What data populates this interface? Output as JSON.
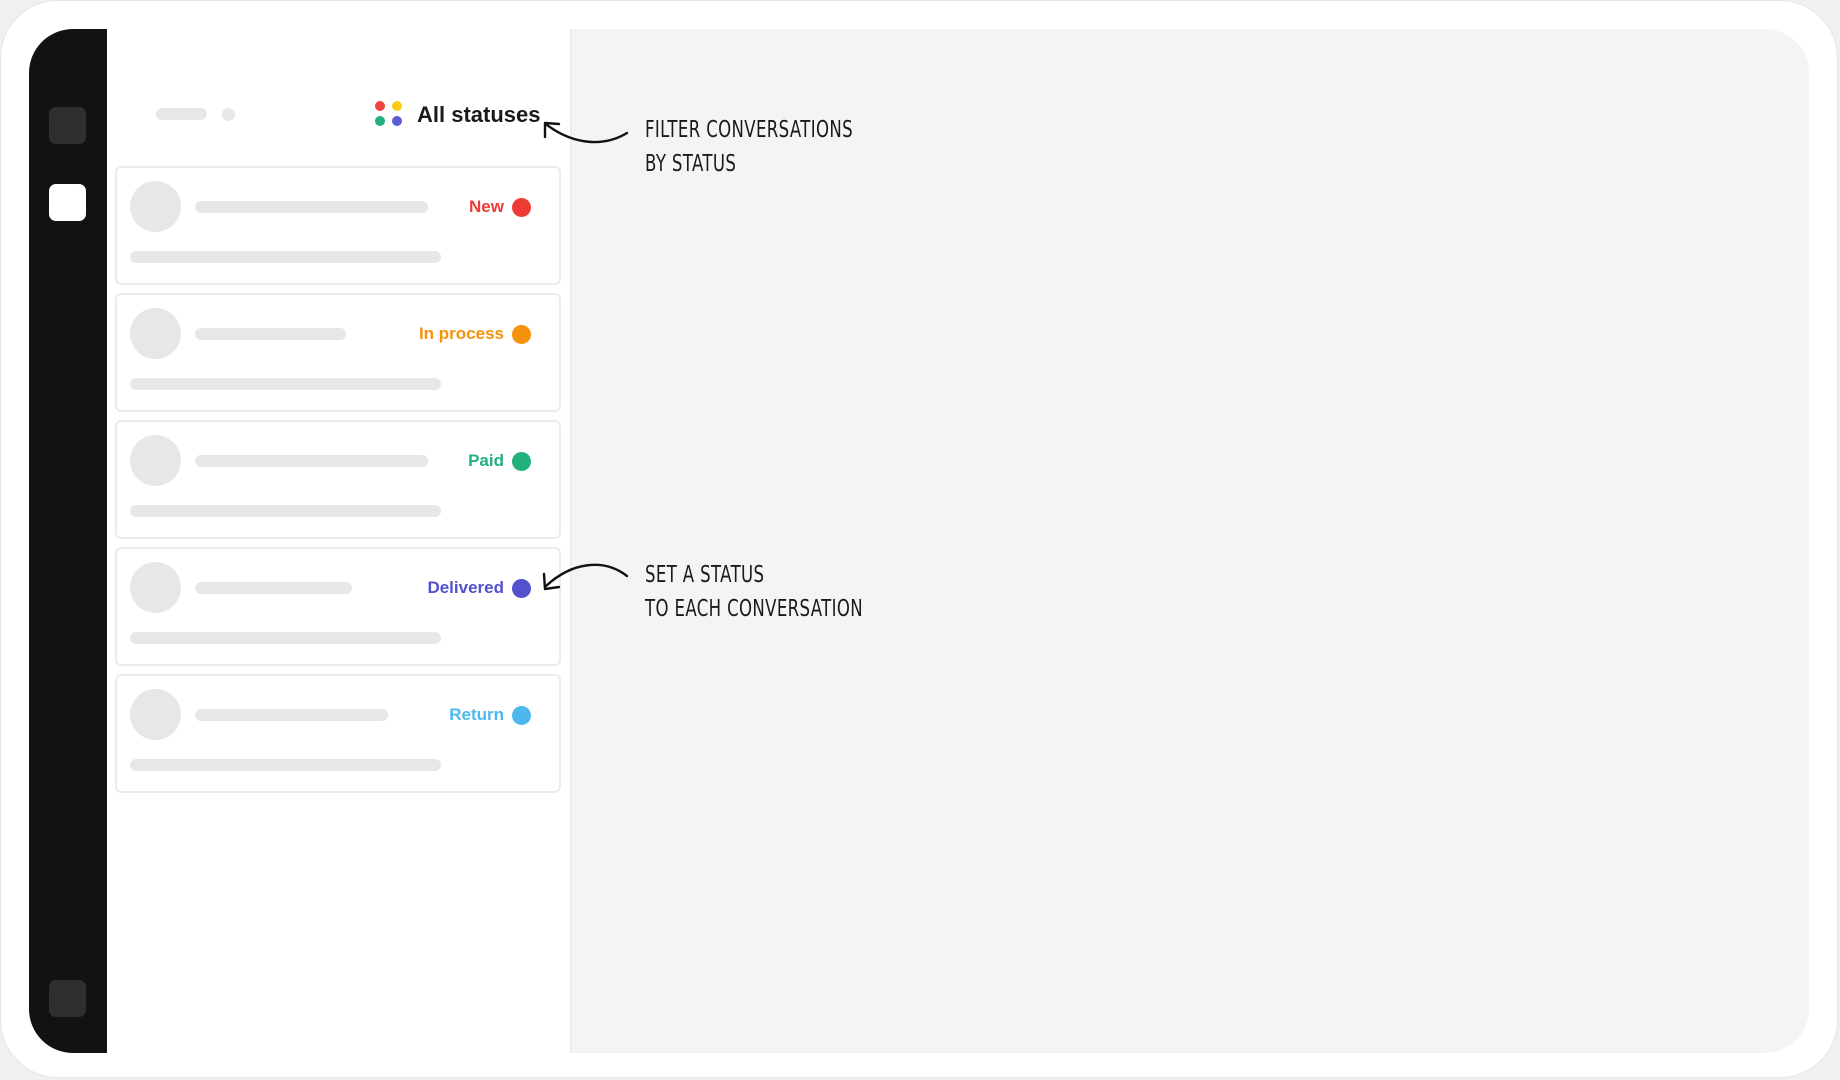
{
  "filter": {
    "label": "All statuses",
    "palette_colors": [
      "#ef4444",
      "#facc15",
      "#22b07d",
      "#5b5bd6"
    ]
  },
  "conversations": [
    {
      "status": "New",
      "color": "#ef3b36"
    },
    {
      "status": "In process",
      "color": "#f5910b"
    },
    {
      "status": "Paid",
      "color": "#22b07d"
    },
    {
      "status": "Delivered",
      "color": "#5252cc"
    },
    {
      "status": "Return",
      "color": "#4db8ee"
    }
  ],
  "annotations": {
    "filter_note": [
      "Filter conversations",
      "by status"
    ],
    "status_note": [
      "Set a status",
      "to each conversation"
    ]
  },
  "colors": {
    "rail": "#121212",
    "canvas": "#f4f4f4",
    "skeleton": "#e7e7e7"
  }
}
